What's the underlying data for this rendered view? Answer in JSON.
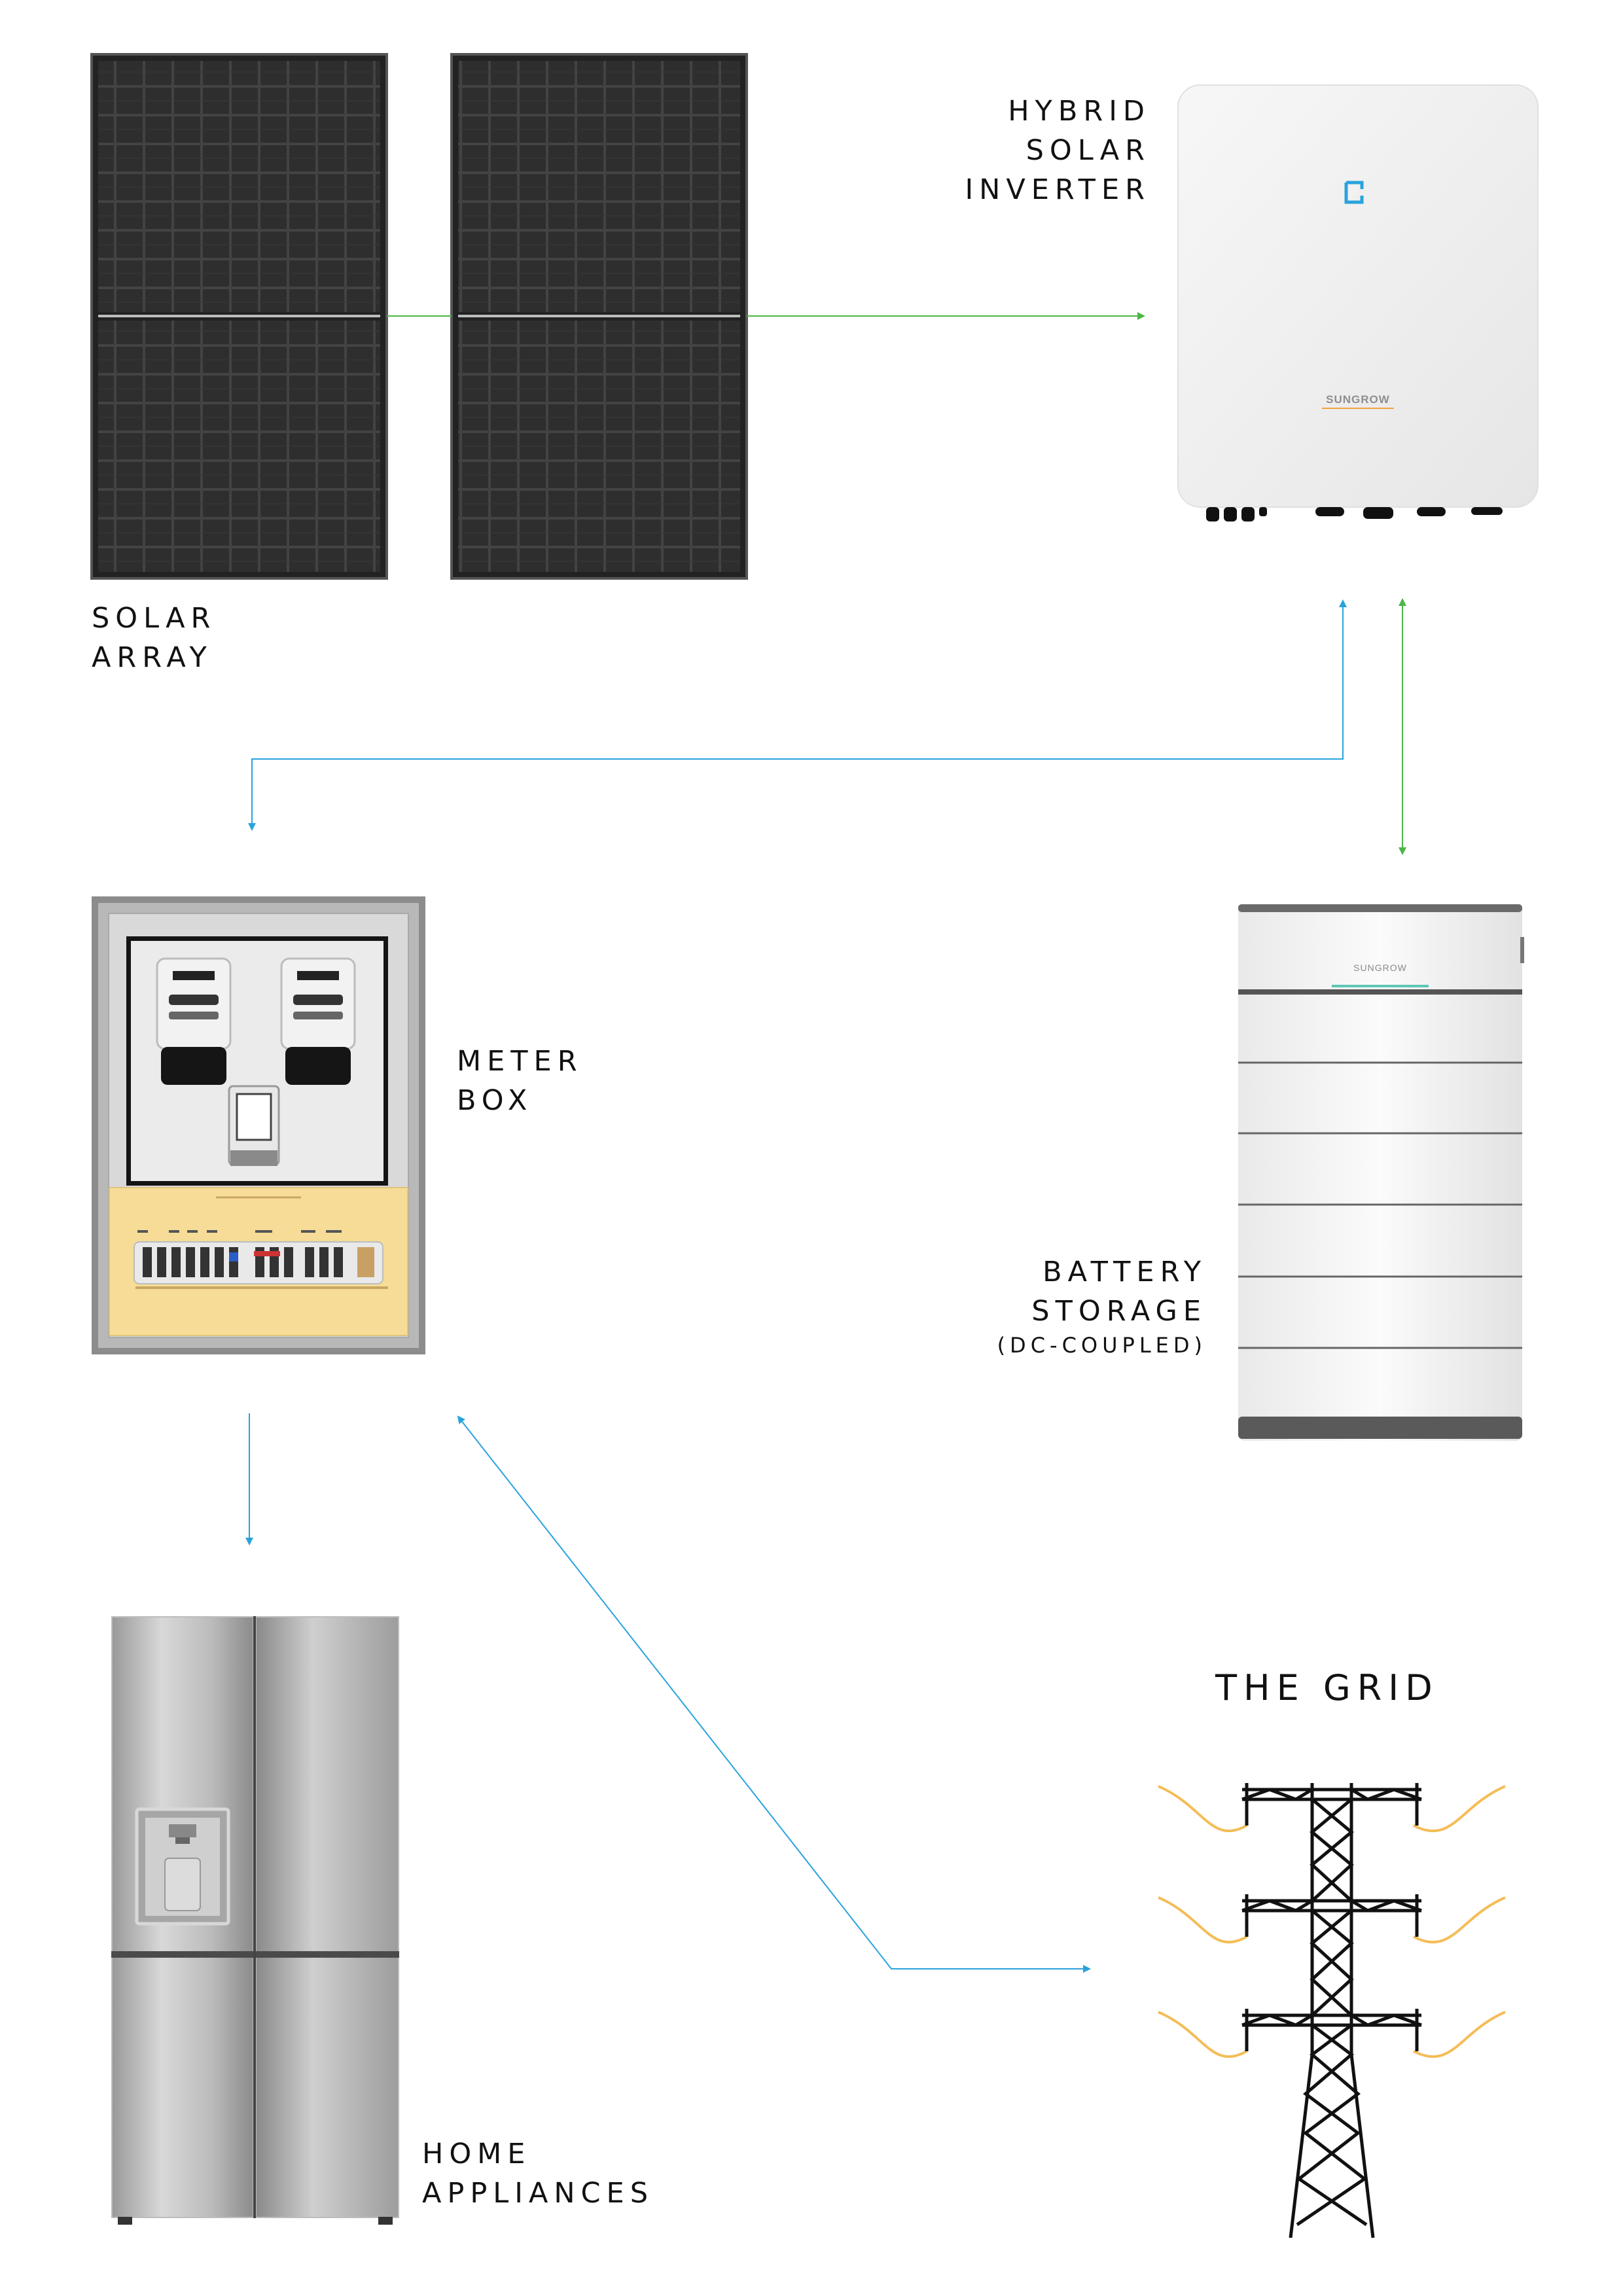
{
  "labels": {
    "solar_array": [
      "SOLAR",
      "ARRAY"
    ],
    "inverter": [
      "HYBRID",
      "SOLAR",
      "INVERTER"
    ],
    "meter_box": [
      "METER",
      "BOX"
    ],
    "battery": [
      "BATTERY",
      "STORAGE"
    ],
    "battery_note": "(DC-COUPLED)",
    "appliances": [
      "HOME",
      "APPLIANCES"
    ],
    "grid": "THE GRID"
  },
  "brand": {
    "inverter_logo": "SUNGROW",
    "battery_logo": "SUNGROW"
  },
  "colors": {
    "dc_flow": "#4cb648",
    "ac_flow": "#29a3dc",
    "panel": "#2b2b2b",
    "grid_wire": "#f2b23a",
    "tower": "#111111",
    "meter_panel": "#f6dc97"
  },
  "icons": {
    "solar_array": "solar-panel-icon",
    "inverter": "inverter-icon",
    "meter_box": "meter-box-icon",
    "battery": "battery-icon",
    "appliances": "refrigerator-icon",
    "grid": "transmission-tower-icon"
  }
}
